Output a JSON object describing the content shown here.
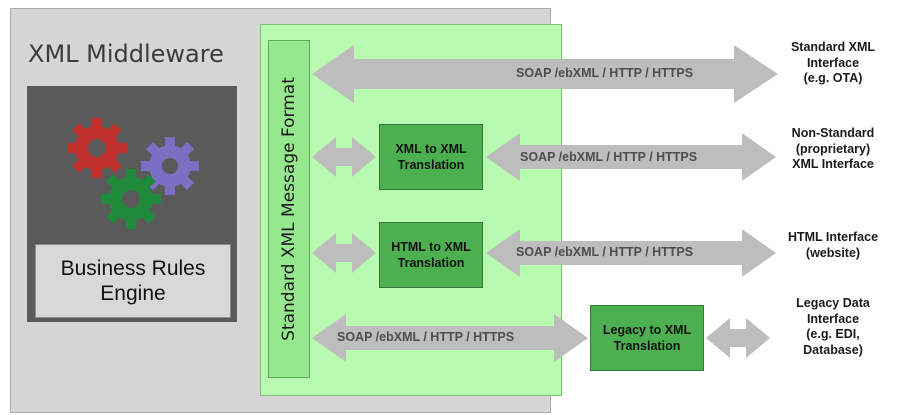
{
  "middleware": {
    "title": "XML Middleware",
    "engine_label": "Business Rules\nEngine"
  },
  "gears": [
    {
      "name": "red-gear",
      "color": "#c0302c"
    },
    {
      "name": "purple-gear",
      "color": "#7a6fc2"
    },
    {
      "name": "green-gear",
      "color": "#1e8a3a"
    }
  ],
  "format_bar_label": "Standard XML Message Format",
  "translations": [
    {
      "label": "XML to XML\nTranslation"
    },
    {
      "label": "HTML to XML\nTranslation"
    },
    {
      "label": "Legacy to XML\nTranslation"
    }
  ],
  "protocols": [
    "SOAP /ebXML / HTTP / HTTPS",
    "SOAP /ebXML / HTTP / HTTPS",
    "SOAP /ebXML / HTTP / HTTPS",
    "SOAP /ebXML / HTTP / HTTPS"
  ],
  "interfaces": [
    {
      "label": "Standard XML\nInterface\n(e.g. OTA)"
    },
    {
      "label": "Non-Standard\n(proprietary)\nXML Interface"
    },
    {
      "label": "HTML Interface\n(website)"
    },
    {
      "label": "Legacy Data\nInterface\n(e.g. EDI,\nDatabase)"
    }
  ],
  "colors": {
    "arrow": "#bdbdbd",
    "panel_green": "#b8fbb0",
    "box_green": "#4caf50",
    "engine_dark": "#5a5a5a"
  }
}
